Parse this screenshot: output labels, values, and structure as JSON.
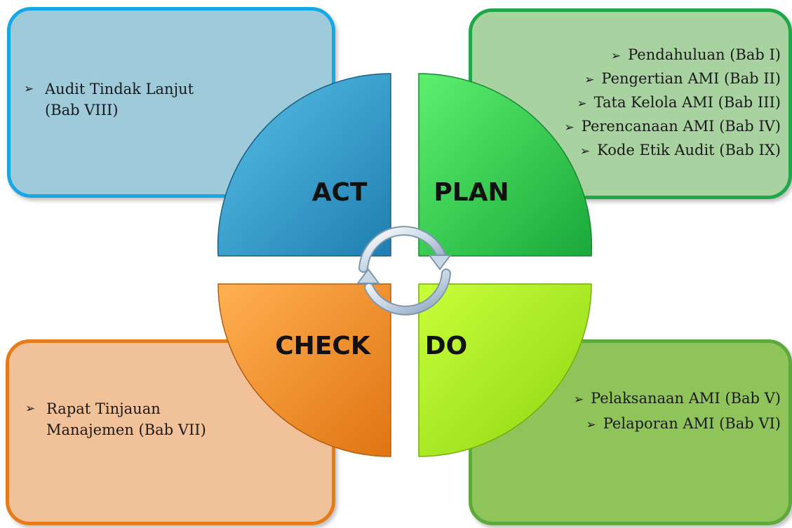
{
  "quadrants": {
    "act": {
      "label": "ACT",
      "items": [
        "Audit Tindak Lanjut (Bab VIII)"
      ]
    },
    "plan": {
      "label": "PLAN",
      "items": [
        "Pendahuluan (Bab I)",
        "Pengertian AMI (Bab II)",
        "Tata Kelola AMI (Bab III)",
        "Perencanaan AMI (Bab IV)",
        "Kode Etik Audit (Bab IX)"
      ]
    },
    "check": {
      "label": "CHECK",
      "items": [
        "Rapat Tinjauan Manajemen (Bab VII)"
      ]
    },
    "do": {
      "label": "DO",
      "items": [
        "Pelaksanaan AMI (Bab V)",
        "Pelaporan AMI (Bab VI)"
      ]
    }
  },
  "bullet_glyph": "➢",
  "colors": {
    "act_fill": "#2e9ccd",
    "plan_fill": "#2fd64e",
    "check_fill": "#f7922a",
    "do_fill": "#a9e81c",
    "act_box": "#9ecad9",
    "plan_box": "#a8d2a0",
    "check_box": "#f1c199",
    "do_box": "#8fc45a"
  }
}
